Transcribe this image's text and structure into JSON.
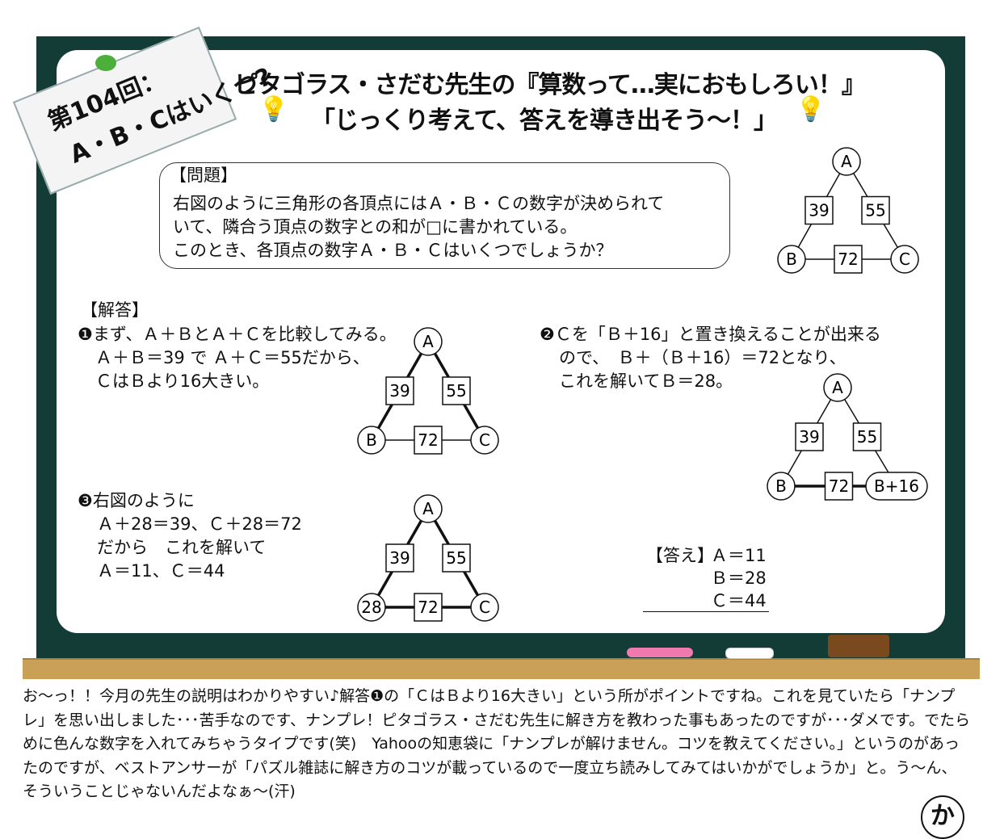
{
  "tag": {
    "line1": "第104回：",
    "line2": "A・B・Cはいくつ?"
  },
  "title": {
    "line1": "ピタゴラス・さだむ先生の『算数って…実におもしろい！』",
    "line2": "「じっくり考えて、答えを導き出そう～！」"
  },
  "problem": {
    "heading": "【問題】",
    "lines": [
      "右図のように三角形の各頂点にはＡ・Ｂ・Ｃの数字が決められて",
      "いて、隣合う頂点の数字との和が□に書かれている。",
      "このとき、各頂点の数字Ａ・Ｂ・Ｃはいくつでしょうか？"
    ]
  },
  "answer": {
    "heading": "【解答】",
    "step1": [
      "❶まず、Ａ＋ＢとＡ＋Ｃを比較してみる。",
      "Ａ＋Ｂ＝39 で Ａ＋Ｃ＝55だから、",
      "ＣはＢより16大きい。"
    ],
    "step2": [
      "❷Ｃを「Ｂ＋16」と置き換えることが出来る",
      "ので、　Ｂ＋（Ｂ＋16）＝72となり、",
      "これを解いてＢ＝28。"
    ],
    "step3": [
      "❸右図のように",
      "Ａ＋28＝39、Ｃ＋28＝72",
      "だから　これを解いて",
      "Ａ＝11、Ｃ＝44"
    ],
    "final_label": "【答え】",
    "final": [
      "Ａ＝11",
      "Ｂ＝28",
      "Ｃ＝44"
    ]
  },
  "diagrams": [
    {
      "top": "A",
      "left": "B",
      "right": "C",
      "ab": "39",
      "ac": "55",
      "bc": "72"
    },
    {
      "top": "A",
      "left": "B",
      "right": "C",
      "ab": "39",
      "ac": "55",
      "bc": "72"
    },
    {
      "top": "A",
      "left": "B",
      "right": "B+16",
      "ab": "39",
      "ac": "55",
      "bc": "72"
    },
    {
      "top": "A",
      "left": "28",
      "right": "C",
      "ab": "39",
      "ac": "55",
      "bc": "72"
    }
  ],
  "comment": "お～っ！！今月の先生の説明はわかりやすい♪解答❶の「ＣはＢより16大きい」という所がポイントですね。これを見ていたら「ナンプレ」を思い出しました･･･苦手なのです、ナンプレ！ピタゴラス・さだむ先生に解き方を教わった事もあったのですが･･･ダメです。でたらめに色んな数字を入れてみちゃうタイプです(笑)　Yahooの知恵袋に「ナンプレが解けません。コツを教えてください。」というのがあったのですが、ベストアンサーが「パズル雑誌に解き方のコツが載っているので一度立ち読みしてみてはいかがでしょうか」と。う～ん、そういうことじゃないんだよなぁ～(汗)",
  "signature": "か"
}
